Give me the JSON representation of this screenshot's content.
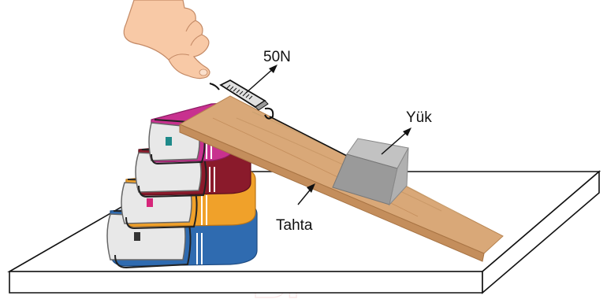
{
  "labels": {
    "force": "50N",
    "load": "Yük",
    "board": "Tahta"
  },
  "colors": {
    "table_top": "#ffffff",
    "table_outline": "#111111",
    "board": "#d9a878",
    "board_edge": "#c48e5c",
    "box_front": "#9a9a9a",
    "box_top": "#c2c2c2",
    "book_blue": "#2f6bb0",
    "book_orange": "#f0a12a",
    "book_maroon": "#8a1a2b",
    "book_magenta": "#c8318f",
    "pages": "#e8e8e8",
    "skin": "#f8c9a6"
  }
}
